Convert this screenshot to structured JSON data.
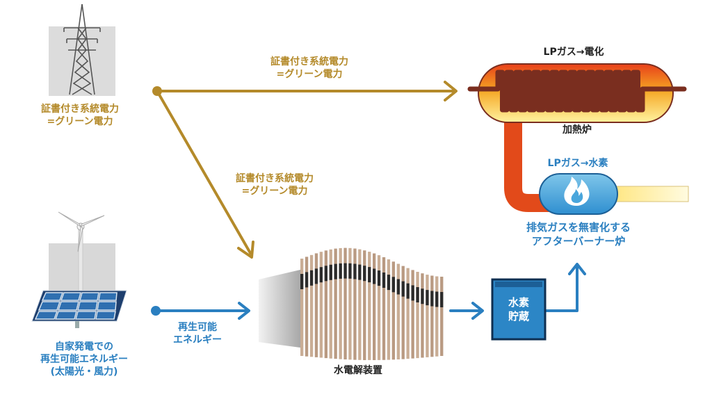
{
  "grid_power": {
    "line1": "証書付き系統電力",
    "line2": "=グリーン電力"
  },
  "arrow_top": {
    "line1": "証書付き系統電力",
    "line2": "=グリーン電力"
  },
  "arrow_diag": {
    "line1": "証書付き系統電力",
    "line2": "=グリーン電力"
  },
  "renewable_source": {
    "line1": "自家発電での",
    "line2": "再生可能エネルギー",
    "line3": "(太陽光・風力)"
  },
  "arrow_renewable": {
    "line1": "再生可能",
    "line2": "エネルギー"
  },
  "electrolyzer": {
    "label": "水電解装置"
  },
  "storage": {
    "line1": "水素",
    "line2": "貯蔵"
  },
  "furnace": {
    "top_label": "LPガス→電化",
    "name": "加熱炉"
  },
  "burner": {
    "top_label": "LPガス→水素",
    "line1": "排気ガスを無害化する",
    "line2": "アフターバーナー炉"
  },
  "colors": {
    "gold": "#b48a2a",
    "blue": "#2a7fc0",
    "coil": "#7a2e1f"
  }
}
